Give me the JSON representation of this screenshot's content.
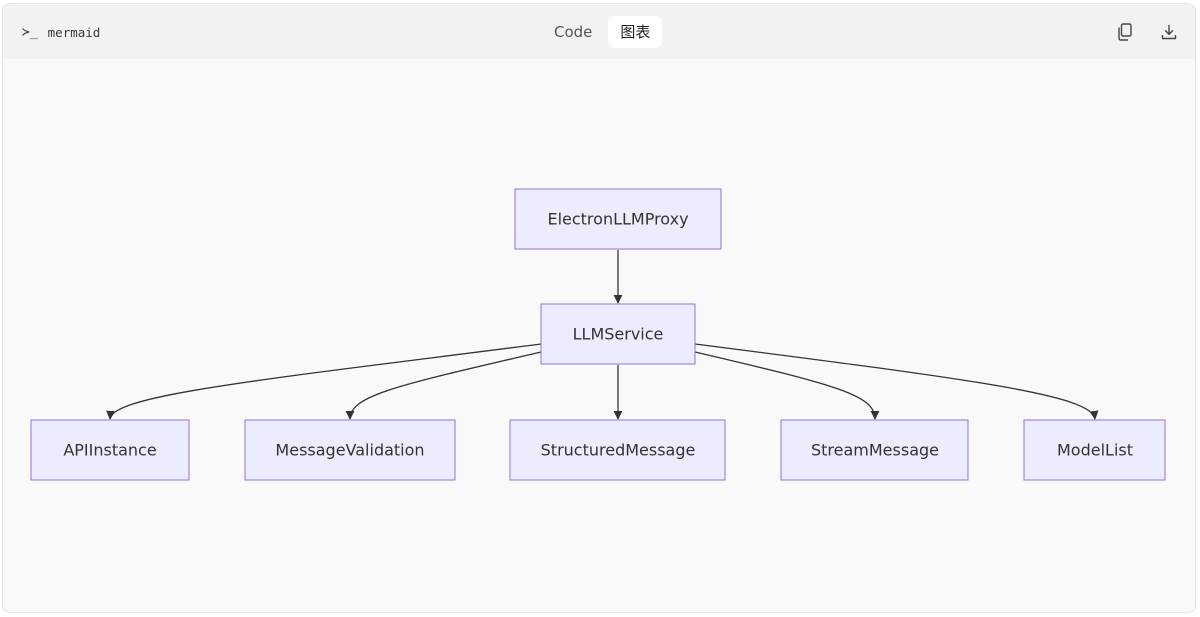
{
  "toolbar": {
    "prompt_symbol": "≻_",
    "language": "mermaid",
    "tabs": [
      {
        "label": "Code",
        "active": false
      },
      {
        "label": "图表",
        "active": true
      }
    ],
    "copy_icon": "copy-icon",
    "download_icon": "download-icon"
  },
  "diagram": {
    "type": "flowchart",
    "direction": "TD",
    "node_fill": "#ECECFF",
    "node_stroke": "#9370DB",
    "edge_color": "#333333",
    "nodes": {
      "proxy": "ElectronLLMProxy",
      "service": "LLMService",
      "api": "APIInstance",
      "validation": "MessageValidation",
      "structured": "StructuredMessage",
      "stream": "StreamMessage",
      "models": "ModelList"
    },
    "edges": [
      {
        "from": "ElectronLLMProxy",
        "to": "LLMService"
      },
      {
        "from": "LLMService",
        "to": "APIInstance"
      },
      {
        "from": "LLMService",
        "to": "MessageValidation"
      },
      {
        "from": "LLMService",
        "to": "StructuredMessage"
      },
      {
        "from": "LLMService",
        "to": "StreamMessage"
      },
      {
        "from": "LLMService",
        "to": "ModelList"
      }
    ]
  }
}
